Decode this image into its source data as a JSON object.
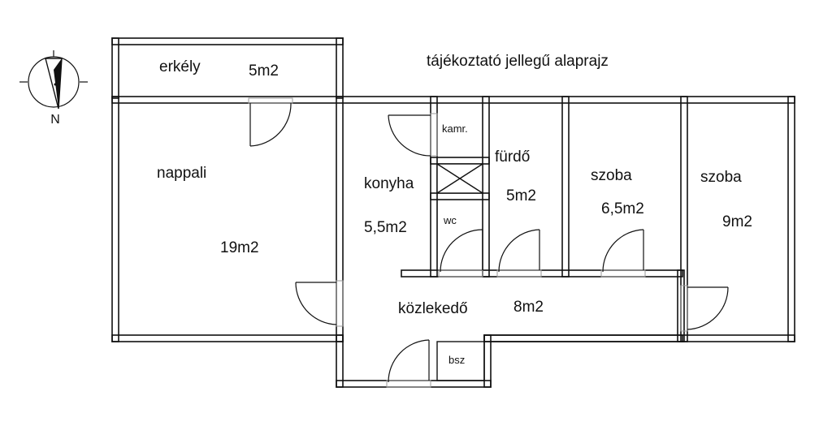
{
  "title": "tájékoztató jellegű alaprajz",
  "compass": {
    "north_label": "N",
    "icon": "compass-rose-icon"
  },
  "rooms": {
    "erkely": {
      "name": "erkély",
      "area": "5m2"
    },
    "nappali": {
      "name": "nappali",
      "area": "19m2"
    },
    "konyha": {
      "name": "konyha",
      "area": "5,5m2"
    },
    "kamra": {
      "name": "kamr."
    },
    "wc": {
      "name": "wc"
    },
    "furdo": {
      "name": "fürdő",
      "area": "5m2"
    },
    "szoba1": {
      "name": "szoba",
      "area": "6,5m2"
    },
    "szoba2": {
      "name": "szoba",
      "area": "9m2"
    },
    "kozlekedo": {
      "name": "közlekedő",
      "area": "8m2"
    },
    "bsz": {
      "name": "bsz"
    }
  },
  "colors": {
    "wall": "#111111",
    "background": "#ffffff"
  }
}
